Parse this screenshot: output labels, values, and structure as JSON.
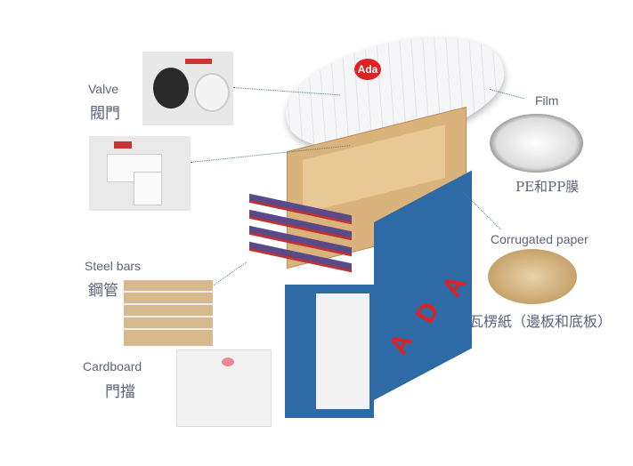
{
  "labels": {
    "valve_en": "Valve",
    "valve_cn": "閥門",
    "steel_en": "Steel bars",
    "steel_cn": "鋼管",
    "cardboard_en": "Cardboard",
    "cardboard_cn": "門擋",
    "film_en": "Film",
    "film_cn": "PE和PP膜",
    "corr_en": "Corrugated paper",
    "corr_cn": "瓦楞紙（邊板和底板）"
  },
  "logo": "Ada",
  "container_text": [
    "A",
    "D",
    "A"
  ],
  "colors": {
    "container": "#2d6aa6",
    "bars": "#c0392b",
    "cardboard": "#d9b27c"
  }
}
